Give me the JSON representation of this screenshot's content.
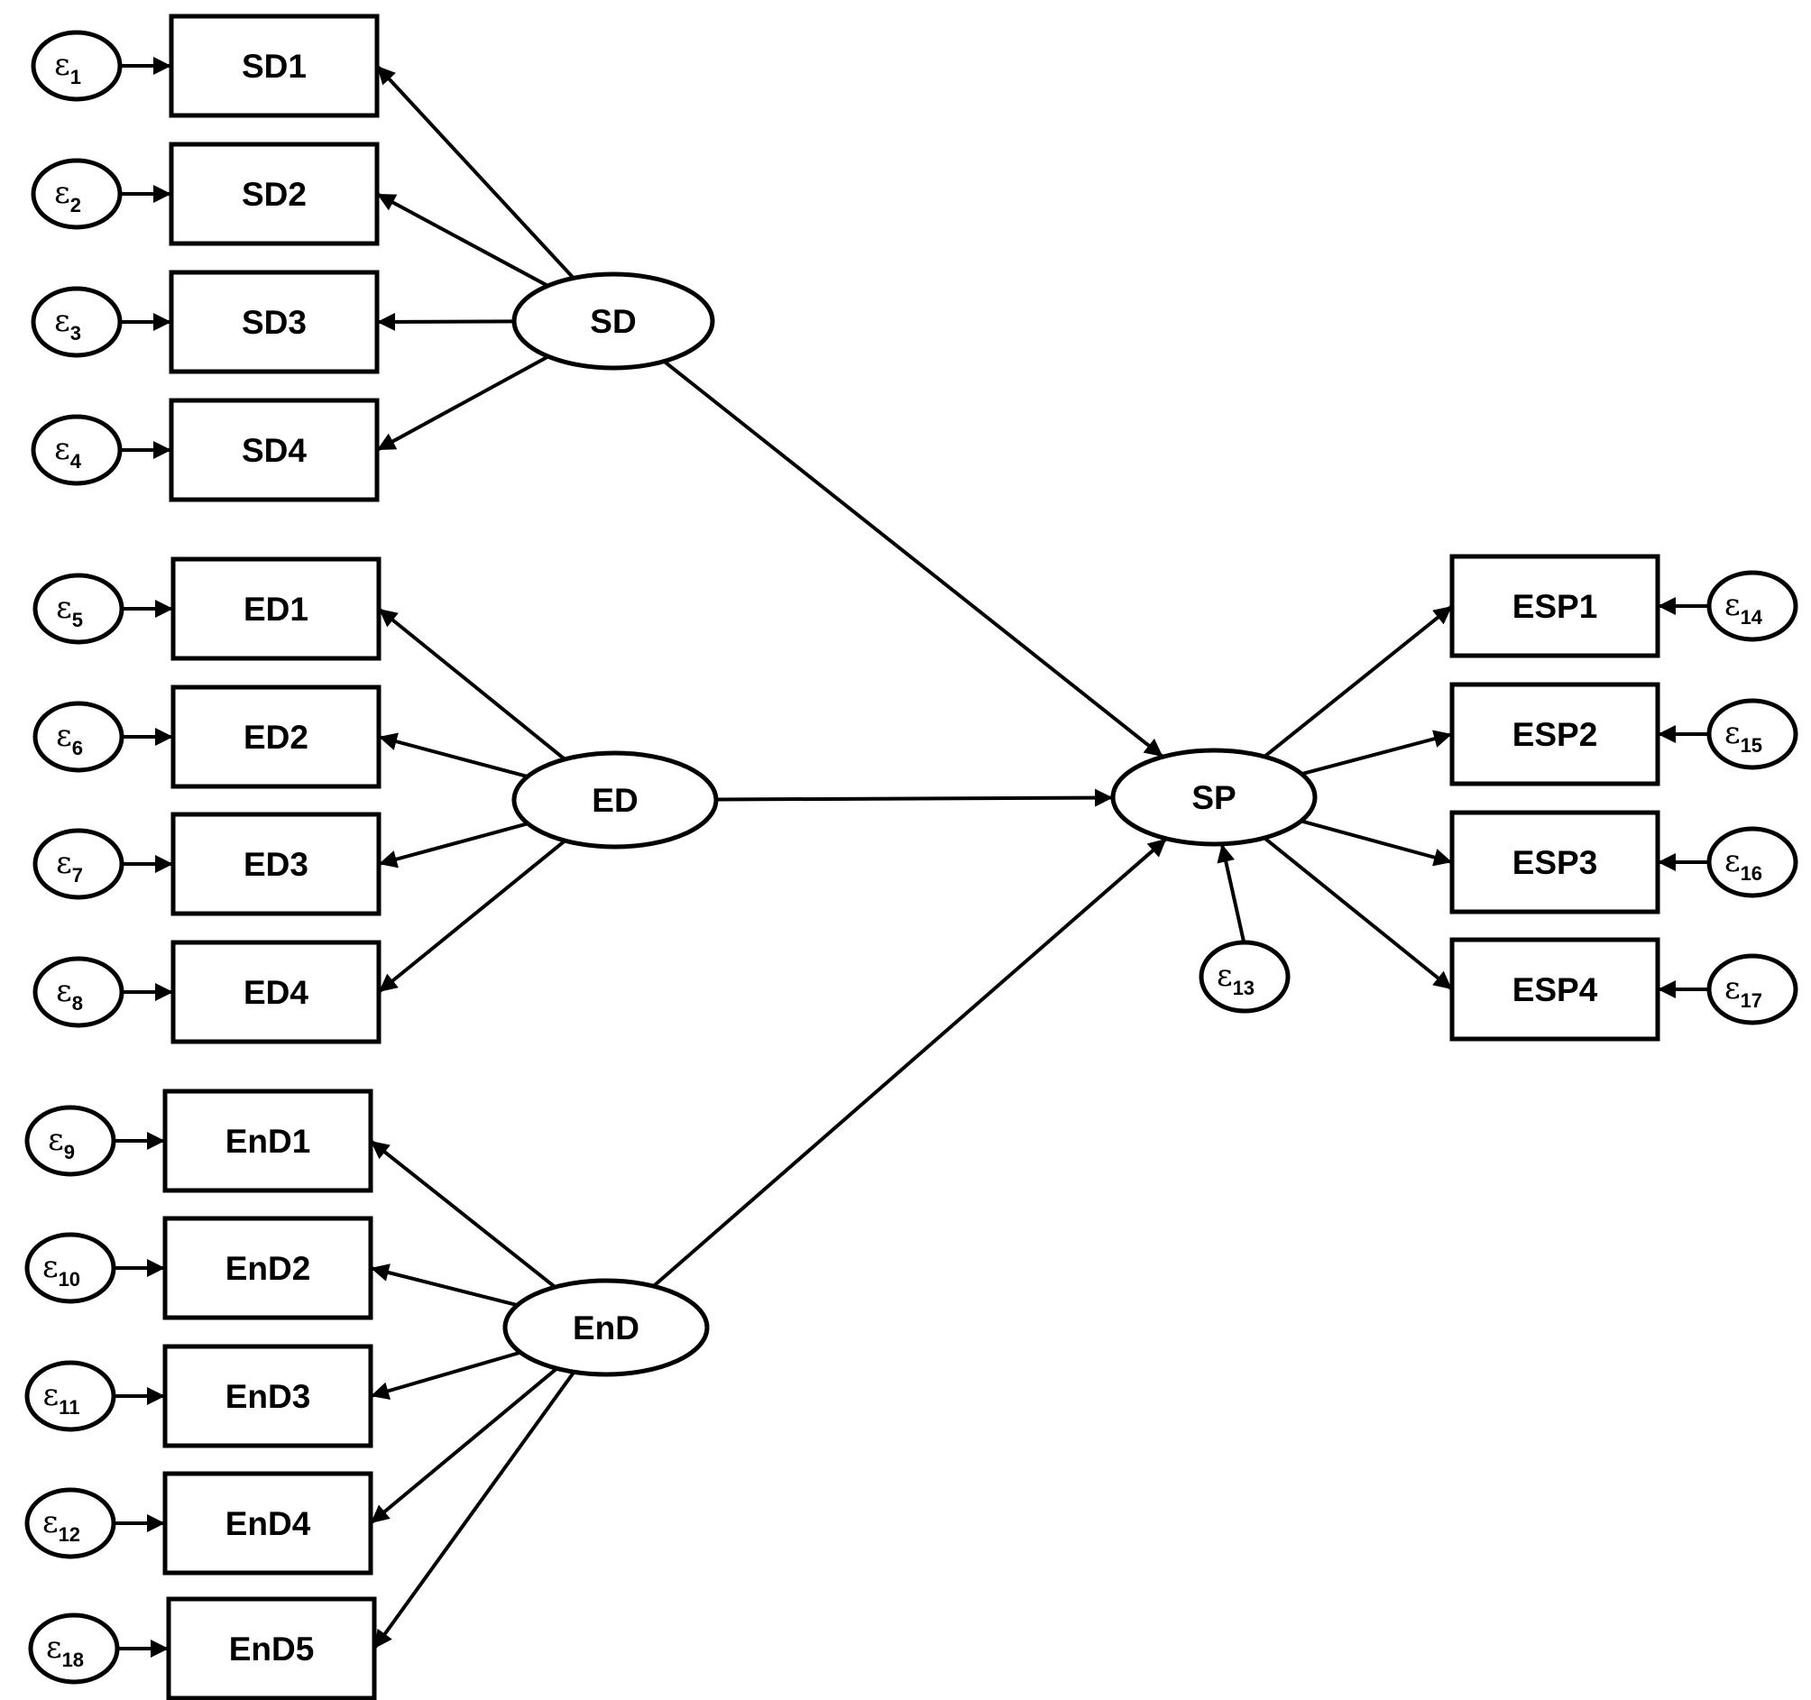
{
  "diagram": {
    "colors": {
      "stroke": "#000000",
      "fill": "#ffffff"
    },
    "error_symbol": "ε",
    "latents": [
      {
        "id": "SD",
        "label": "SD"
      },
      {
        "id": "ED",
        "label": "ED"
      },
      {
        "id": "EnD",
        "label": "EnD"
      },
      {
        "id": "SP",
        "label": "SP"
      }
    ],
    "indicators": [
      {
        "id": "SD1",
        "label": "SD1",
        "error": "1"
      },
      {
        "id": "SD2",
        "label": "SD2",
        "error": "2"
      },
      {
        "id": "SD3",
        "label": "SD3",
        "error": "3"
      },
      {
        "id": "SD4",
        "label": "SD4",
        "error": "4"
      },
      {
        "id": "ED1",
        "label": "ED1",
        "error": "5"
      },
      {
        "id": "ED2",
        "label": "ED2",
        "error": "6"
      },
      {
        "id": "ED3",
        "label": "ED3",
        "error": "7"
      },
      {
        "id": "ED4",
        "label": "ED4",
        "error": "8"
      },
      {
        "id": "EnD1",
        "label": "EnD1",
        "error": "9"
      },
      {
        "id": "EnD2",
        "label": "EnD2",
        "error": "10"
      },
      {
        "id": "EnD3",
        "label": "EnD3",
        "error": "11"
      },
      {
        "id": "EnD4",
        "label": "EnD4",
        "error": "12"
      },
      {
        "id": "EnD5",
        "label": "EnD5",
        "error": "18"
      },
      {
        "id": "ESP1",
        "label": "ESP1",
        "error": "14"
      },
      {
        "id": "ESP2",
        "label": "ESP2",
        "error": "15"
      },
      {
        "id": "ESP3",
        "label": "ESP3",
        "error": "16"
      },
      {
        "id": "ESP4",
        "label": "ESP4",
        "error": "17"
      }
    ],
    "disturbance": {
      "target": "SP",
      "error": "13"
    },
    "structural_paths": [
      {
        "from": "SD",
        "to": "SP"
      },
      {
        "from": "ED",
        "to": "SP"
      },
      {
        "from": "EnD",
        "to": "SP"
      }
    ],
    "measurement_paths": [
      {
        "from": "SD",
        "to": "SD1"
      },
      {
        "from": "SD",
        "to": "SD2"
      },
      {
        "from": "SD",
        "to": "SD3"
      },
      {
        "from": "SD",
        "to": "SD4"
      },
      {
        "from": "ED",
        "to": "ED1"
      },
      {
        "from": "ED",
        "to": "ED2"
      },
      {
        "from": "ED",
        "to": "ED3"
      },
      {
        "from": "ED",
        "to": "ED4"
      },
      {
        "from": "EnD",
        "to": "EnD1"
      },
      {
        "from": "EnD",
        "to": "EnD2"
      },
      {
        "from": "EnD",
        "to": "EnD3"
      },
      {
        "from": "EnD",
        "to": "EnD4"
      },
      {
        "from": "EnD",
        "to": "EnD5"
      },
      {
        "from": "SP",
        "to": "ESP1"
      },
      {
        "from": "SP",
        "to": "ESP2"
      },
      {
        "from": "SP",
        "to": "ESP3"
      },
      {
        "from": "SP",
        "to": "ESP4"
      }
    ]
  }
}
